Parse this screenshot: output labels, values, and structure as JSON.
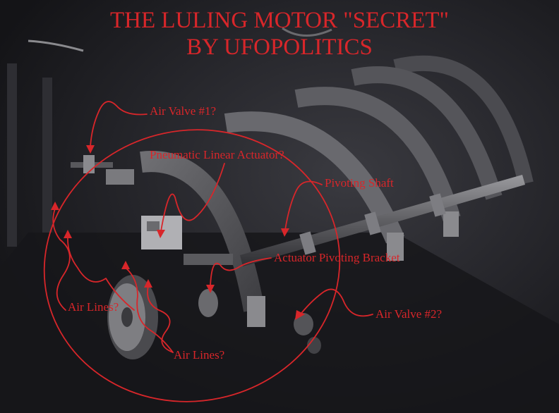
{
  "title": {
    "line1": "THE LULING MOTOR \"SECRET\"",
    "line2": "BY UFOPOLITICS"
  },
  "labels": {
    "air_valve_1": "Air Valve #1?",
    "pneumatic_linear_actuator": "Pneumatic Linear Actuator?",
    "pivoting_shaft": "Pivoting Shaft",
    "actuator_pivoting_bracket": "Actuator Pivoting Bracket",
    "air_valve_2": "Air Valve #2?",
    "air_lines_left": "Air Lines?",
    "air_lines_bottom": "Air Lines?"
  },
  "colors": {
    "annotation": "#d8262a",
    "background": "#1d1d22"
  }
}
